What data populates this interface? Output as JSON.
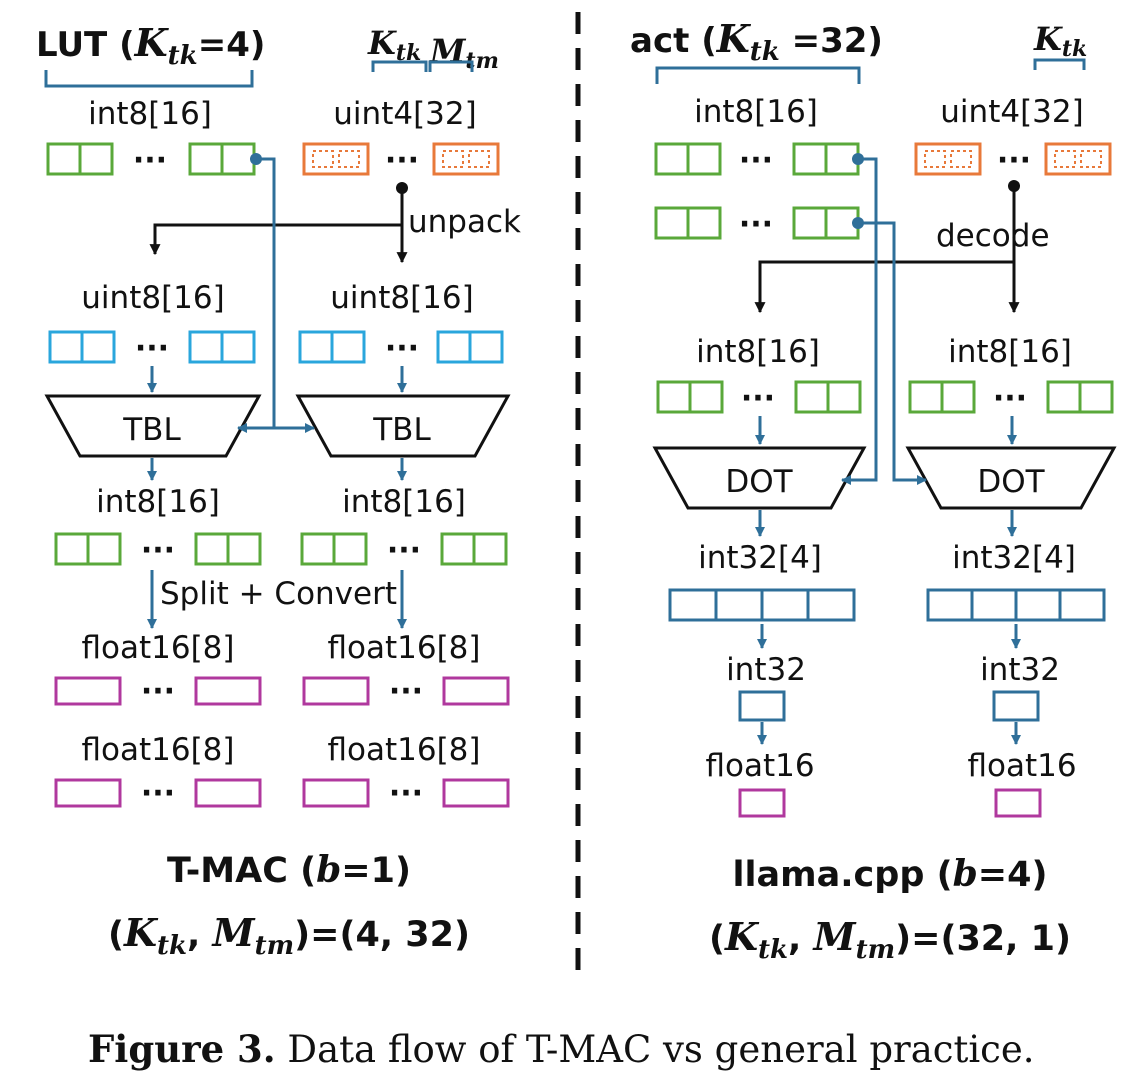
{
  "left": {
    "header": {
      "prefix": "LUT (",
      "var": "K",
      "sub": "tk",
      "suffix": "=4)"
    },
    "ktk": {
      "var": "K",
      "sub": "tk"
    },
    "mtm": {
      "var": "M",
      "sub": "tm"
    },
    "lut_type": "int8[16]",
    "weight_type": "uint4[32]",
    "unpack": "unpack",
    "uint8_a": "uint8[16]",
    "uint8_b": "uint8[16]",
    "tbl_a": "TBL",
    "tbl_b": "TBL",
    "out_a": "int8[16]",
    "out_b": "int8[16]",
    "split_convert": "Split + Convert",
    "f16_1": "float16[8]",
    "f16_2": "float16[8]",
    "f16_3": "float16[8]",
    "f16_4": "float16[8]",
    "dots": "···",
    "title": {
      "name": "T-MAC (",
      "var": "b",
      "suffix": "=1)"
    },
    "params": {
      "open": "(",
      "k": "K",
      "ksub": "tk",
      "comma": ", ",
      "m": "M",
      "msub": "tm",
      "value": ")=(4, 32)"
    }
  },
  "right": {
    "header": {
      "prefix": "act (",
      "var": "K",
      "sub": "tk",
      "suffix": " =32)"
    },
    "ktk": {
      "var": "K",
      "sub": "tk"
    },
    "act_type": "int8[16]",
    "weight_type": "uint4[32]",
    "decode": "decode",
    "dec_a": "int8[16]",
    "dec_b": "int8[16]",
    "dot_a": "DOT",
    "dot_b": "DOT",
    "acc_a": "int32[4]",
    "acc_b": "int32[4]",
    "red_a": "int32",
    "red_b": "int32",
    "fl_a": "float16",
    "fl_b": "float16",
    "dots": "···",
    "title": {
      "name": "llama.cpp (",
      "var": "b",
      "suffix": "=4)"
    },
    "params": {
      "open": "(",
      "k": "K",
      "ksub": "tk",
      "comma": ", ",
      "m": "M",
      "msub": "tm",
      "value": ")=(32, 1)"
    }
  },
  "caption": {
    "label": "Figure 3.",
    "text": " Data flow of T-MAC vs general practice."
  },
  "colors": {
    "green": "#5aa83a",
    "orange": "#e8793a",
    "cyan": "#2aa6dc",
    "blue": "#2f6f99",
    "purple": "#b0389e",
    "black": "#111111"
  }
}
